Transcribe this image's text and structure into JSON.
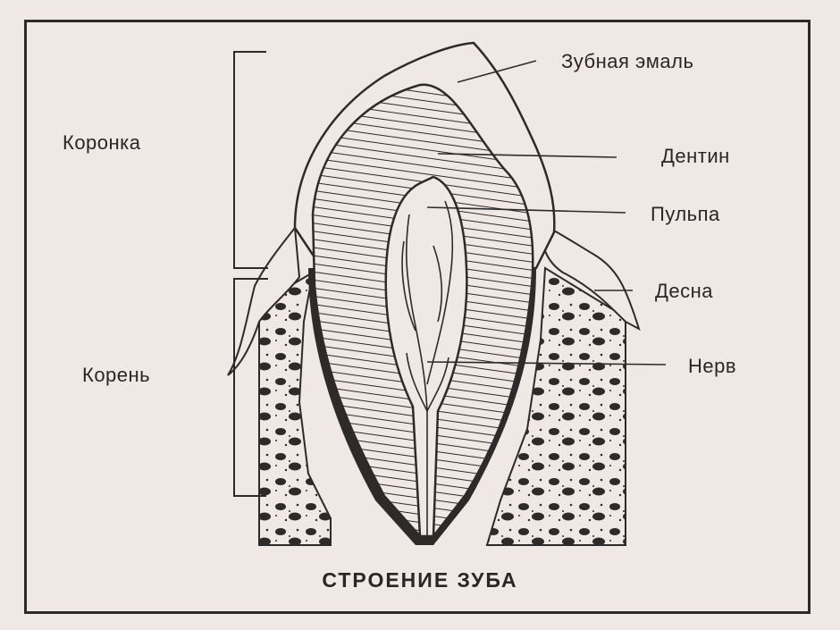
{
  "title": "СТРОЕНИЕ ЗУБА",
  "labels": {
    "enamel": "Зубная эмаль",
    "dentin": "Дентин",
    "pulp": "Пульпа",
    "gum": "Десна",
    "nerve": "Нерв",
    "crown": "Коронка",
    "root": "Корень"
  },
  "colors": {
    "ink": "#2e2a2a",
    "paper": "#efe8e4"
  }
}
